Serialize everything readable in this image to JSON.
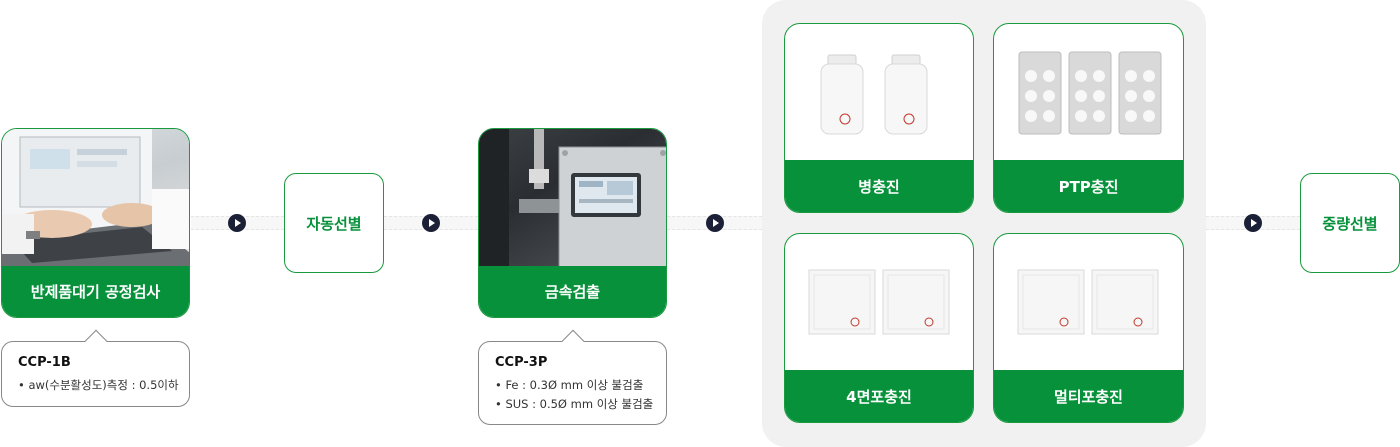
{
  "steps": {
    "inspection": {
      "label": "반제품대기 공정검사"
    },
    "auto_sort": {
      "label": "자동선별"
    },
    "metal_detect": {
      "label": "금속검출"
    },
    "weight_sort": {
      "label": "중량선별"
    }
  },
  "filling": {
    "bottle": {
      "label": "병충진"
    },
    "ptp": {
      "label": "PTP충진"
    },
    "four_side": {
      "label": "4면포충진"
    },
    "multi": {
      "label": "멀티포충진"
    }
  },
  "ccp_1b": {
    "code": "CCP-1B",
    "lines": [
      "• aw(수분활성도)측정 : 0.5이하"
    ]
  },
  "ccp_3p": {
    "code": "CCP-3P",
    "lines": [
      "• Fe : 0.3Ø mm 이상 불검출",
      "• SUS : 0.5Ø mm 이상 불검출"
    ]
  },
  "colors": {
    "accent": "#06913a",
    "border": "#1a9a3e",
    "arrow": "#1b2037",
    "panel": "#f1f1f1"
  }
}
